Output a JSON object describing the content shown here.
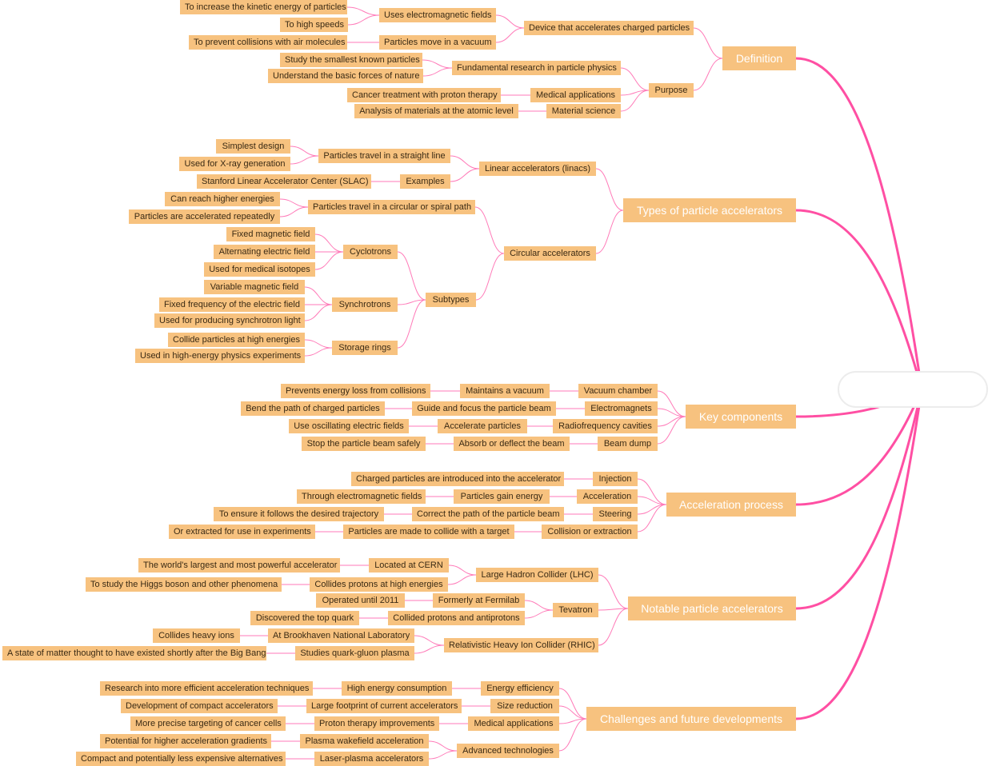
{
  "mindmap": {
    "root": "",
    "branches": [
      {
        "label": "Definition",
        "children": [
          {
            "label": "Device that accelerates charged particles",
            "children": [
              {
                "label": "Uses electromagnetic fields",
                "children": [
                  {
                    "label": "To increase the kinetic energy of particles"
                  },
                  {
                    "label": "To high speeds"
                  }
                ]
              },
              {
                "label": "Particles move in a vacuum",
                "children": [
                  {
                    "label": "To prevent collisions with air molecules"
                  }
                ]
              }
            ]
          },
          {
            "label": "Purpose",
            "children": [
              {
                "label": "Fundamental research in particle physics",
                "children": [
                  {
                    "label": "Study the smallest known particles"
                  },
                  {
                    "label": "Understand the basic forces of nature"
                  }
                ]
              },
              {
                "label": "Medical applications",
                "children": [
                  {
                    "label": "Cancer treatment with proton therapy"
                  }
                ]
              },
              {
                "label": "Material science",
                "children": [
                  {
                    "label": "Analysis of materials at the atomic level"
                  }
                ]
              }
            ]
          }
        ]
      },
      {
        "label": "Types of particle accelerators",
        "children": [
          {
            "label": "Linear accelerators (linacs)",
            "children": [
              {
                "label": "Particles travel in a straight line",
                "children": [
                  {
                    "label": "Simplest design"
                  },
                  {
                    "label": "Used for X-ray generation"
                  }
                ]
              },
              {
                "label": "Examples",
                "children": [
                  {
                    "label": "Stanford Linear Accelerator Center (SLAC)"
                  }
                ]
              }
            ]
          },
          {
            "label": "Circular accelerators",
            "children": [
              {
                "label": "Particles travel in a circular or spiral path",
                "children": [
                  {
                    "label": "Can reach higher energies"
                  },
                  {
                    "label": "Particles are accelerated repeatedly"
                  }
                ]
              },
              {
                "label": "Subtypes",
                "children": [
                  {
                    "label": "Cyclotrons",
                    "children": [
                      {
                        "label": "Fixed magnetic field"
                      },
                      {
                        "label": "Alternating electric field"
                      },
                      {
                        "label": "Used for medical isotopes"
                      }
                    ]
                  },
                  {
                    "label": "Synchrotrons",
                    "children": [
                      {
                        "label": "Variable magnetic field"
                      },
                      {
                        "label": "Fixed frequency of the electric field"
                      },
                      {
                        "label": "Used for producing synchrotron light"
                      }
                    ]
                  },
                  {
                    "label": "Storage rings",
                    "children": [
                      {
                        "label": "Collide particles at high energies"
                      },
                      {
                        "label": "Used in high-energy physics experiments"
                      }
                    ]
                  }
                ]
              }
            ]
          }
        ]
      },
      {
        "label": "Key components",
        "children": [
          {
            "label": "Vacuum chamber",
            "children": [
              {
                "label": "Maintains a vacuum",
                "children": [
                  {
                    "label": "Prevents energy loss from collisions"
                  }
                ]
              }
            ]
          },
          {
            "label": "Electromagnets",
            "children": [
              {
                "label": "Guide and focus the particle beam",
                "children": [
                  {
                    "label": "Bend the path of charged particles"
                  }
                ]
              }
            ]
          },
          {
            "label": "Radiofrequency cavities",
            "children": [
              {
                "label": "Accelerate particles",
                "children": [
                  {
                    "label": "Use oscillating electric fields"
                  }
                ]
              }
            ]
          },
          {
            "label": "Beam dump",
            "children": [
              {
                "label": "Absorb or deflect the beam",
                "children": [
                  {
                    "label": "Stop the particle beam safely"
                  }
                ]
              }
            ]
          }
        ]
      },
      {
        "label": "Acceleration process",
        "children": [
          {
            "label": "Injection",
            "children": [
              {
                "label": "Charged particles are introduced into the accelerator"
              }
            ]
          },
          {
            "label": "Acceleration",
            "children": [
              {
                "label": "Particles gain energy",
                "children": [
                  {
                    "label": "Through electromagnetic fields"
                  }
                ]
              }
            ]
          },
          {
            "label": "Steering",
            "children": [
              {
                "label": "Correct the path of the particle beam",
                "children": [
                  {
                    "label": "To ensure it follows the desired trajectory"
                  }
                ]
              }
            ]
          },
          {
            "label": "Collision or extraction",
            "children": [
              {
                "label": "Particles are made to collide with a target",
                "children": [
                  {
                    "label": "Or extracted for use in experiments"
                  }
                ]
              }
            ]
          }
        ]
      },
      {
        "label": "Notable particle accelerators",
        "children": [
          {
            "label": "Large Hadron Collider (LHC)",
            "children": [
              {
                "label": "Located at CERN",
                "children": [
                  {
                    "label": "The world's largest and most powerful accelerator"
                  }
                ]
              },
              {
                "label": "Collides protons at high energies",
                "children": [
                  {
                    "label": "To study the Higgs boson and other phenomena"
                  }
                ]
              }
            ]
          },
          {
            "label": "Tevatron",
            "children": [
              {
                "label": "Formerly at Fermilab",
                "children": [
                  {
                    "label": "Operated until 2011"
                  }
                ]
              },
              {
                "label": "Collided protons and antiprotons",
                "children": [
                  {
                    "label": "Discovered the top quark"
                  }
                ]
              }
            ]
          },
          {
            "label": "Relativistic Heavy Ion Collider (RHIC)",
            "children": [
              {
                "label": "At Brookhaven National Laboratory",
                "children": [
                  {
                    "label": "Collides heavy ions"
                  }
                ]
              },
              {
                "label": "Studies quark-gluon plasma",
                "children": [
                  {
                    "label": "A state of matter thought to have existed shortly after the Big Bang"
                  }
                ]
              }
            ]
          }
        ]
      },
      {
        "label": "Challenges and future developments",
        "children": [
          {
            "label": "Energy efficiency",
            "children": [
              {
                "label": "High energy consumption",
                "children": [
                  {
                    "label": "Research into more efficient acceleration techniques"
                  }
                ]
              }
            ]
          },
          {
            "label": "Size reduction",
            "children": [
              {
                "label": "Large footprint of current accelerators",
                "children": [
                  {
                    "label": "Development of compact accelerators"
                  }
                ]
              }
            ]
          },
          {
            "label": "Medical applications",
            "children": [
              {
                "label": "Proton therapy improvements",
                "children": [
                  {
                    "label": "More precise targeting of cancer cells"
                  }
                ]
              }
            ]
          },
          {
            "label": "Advanced technologies",
            "children": [
              {
                "label": "Plasma wakefield acceleration",
                "children": [
                  {
                    "label": "Potential for higher acceleration gradients"
                  }
                ]
              },
              {
                "label": "Laser-plasma accelerators",
                "children": [
                  {
                    "label": "Compact and potentially less expensive alternatives"
                  }
                ]
              }
            ]
          }
        ]
      }
    ]
  },
  "colors": {
    "node_fill": "#f7c27f",
    "main_connector": "#ff4fa3",
    "sub_connector": "#ff7ab8",
    "node_text": "#3a2a14",
    "main_text": "#ffffff"
  }
}
